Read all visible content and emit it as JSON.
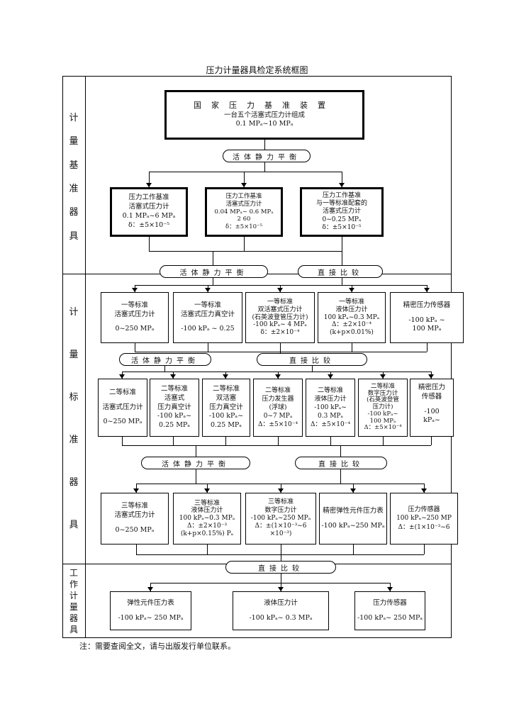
{
  "title": "压力计量器具检定系统框图",
  "side_labels": {
    "base": [
      "计",
      "量",
      "基",
      "准",
      "器",
      "具"
    ],
    "std": [
      "计",
      "量",
      "标",
      "准",
      "器",
      "具"
    ],
    "work": [
      "工",
      "作",
      "计",
      "量",
      "器",
      "具"
    ]
  },
  "pills": {
    "p1": "活体静力平衡",
    "p2": "活体静力平衡",
    "p3": "直接比较",
    "p4": "活体静力平衡",
    "p5": "直接比较",
    "p6": "活体静力平衡",
    "p7": "直接比较",
    "p8": "直接比较"
  },
  "std_device": {
    "title": "国家压力基准装置",
    "line2": "一台五个活塞式压力计组成",
    "line3": "0.1 MPₐ~10 MPₐ"
  },
  "row1": [
    {
      "lines": [
        "压力工作基准",
        "活塞式压力计",
        "0.1 MPₐ~6 MPₐ",
        "δ：±5×10⁻⁵"
      ]
    },
    {
      "lines": [
        "压力工作基准",
        "活塞式压力计",
        "0.04 MPₐ~ 0.6 MPₐ",
        "2      60",
        "δ：±5×10⁻⁵"
      ]
    },
    {
      "lines": [
        "压力工作基准",
        "与一等标准配套的",
        "活塞式压力计",
        "0~0.25 MPₐ",
        "δ：±5×10⁻⁵"
      ]
    }
  ],
  "row2": [
    {
      "lines": [
        "一等标准",
        "活塞式压力计",
        "0~250 MPₐ"
      ]
    },
    {
      "lines": [
        "一等标准",
        "活塞式压力真空计",
        "-100 kPₐ ~ 0.25"
      ]
    },
    {
      "lines": [
        "一等标准",
        "双活塞式压力计",
        "(石英波登管压力计)",
        "-100 kPₐ~ 4 MPₐ",
        "δ：±2×10⁻⁴"
      ]
    },
    {
      "lines": [
        "一等标准",
        "液体压力计",
        "100 kPₐ~0.3 MPₐ",
        "Δ：±2×10⁻⁴",
        "(k+p×0.01%)"
      ]
    },
    {
      "lines": [
        "精密压力传感器",
        "-100 kPₐ ~",
        "100 MPₐ"
      ]
    }
  ],
  "row3": [
    {
      "lines": [
        "二等标准",
        "活塞式压力计",
        "0~250 MPₐ"
      ]
    },
    {
      "lines": [
        "二等标准",
        "活塞式",
        "压力真空计",
        "-100 kPₐ~",
        "0.25 MPₐ"
      ]
    },
    {
      "lines": [
        "二等标准",
        "双活塞",
        "压力真空计",
        "-100 kPₐ~",
        "0.25 MPₐ"
      ]
    },
    {
      "lines": [
        "二等标准",
        "压力发生器",
        "(浮球)",
        "0~7 MPₐ",
        "Δ：±5×10⁻⁴"
      ]
    },
    {
      "lines": [
        "二等标准",
        "液体压力计",
        "-100 kPₐ~",
        "0.3 MPₐ",
        "Δ：±5×10⁻⁴"
      ]
    },
    {
      "lines": [
        "二等标准",
        "数字压力计",
        "(石英波登管",
        "压力计)",
        "-100 kPₐ~",
        "100 MPₐ",
        "Δ：±5×10⁻⁴"
      ]
    },
    {
      "lines": [
        "精密压力",
        "传感器",
        "-100",
        "kPₐ~"
      ]
    }
  ],
  "row4": [
    {
      "lines": [
        "三等标准",
        "活塞式压力计",
        "0~250 MPₐ"
      ]
    },
    {
      "lines": [
        "三等标准",
        "液体压力计",
        "100 kPₐ~0.3 MPₐ",
        "Δ：±2×10⁻³",
        "(k+p×0.15%) Pₐ"
      ]
    },
    {
      "lines": [
        "三等标准",
        "数字压力计",
        "-100 kPₐ~250 MPₐ",
        "Δ：±(1×10⁻³~6",
        "×10⁻³)"
      ]
    },
    {
      "lines": [
        "精密弹性元件压力表",
        "-100 kPₐ~250 MPₐ"
      ]
    },
    {
      "lines": [
        "压力传感器",
        "100 kPₐ~250 MP",
        "Δ：±(1×10⁻³~6"
      ]
    }
  ],
  "work": [
    {
      "lines": [
        "弹性元件压力表",
        "-100 kPₐ~ 250 MPₐ"
      ]
    },
    {
      "lines": [
        "液体压力计",
        "-100 kPₐ~ 0.3 MPₐ"
      ]
    },
    {
      "lines": [
        "压力传感器",
        "-100 kPₐ~ 250 MPₐ"
      ]
    }
  ],
  "footnote": "注：需要查阅全文，请与出版发行单位联系。"
}
